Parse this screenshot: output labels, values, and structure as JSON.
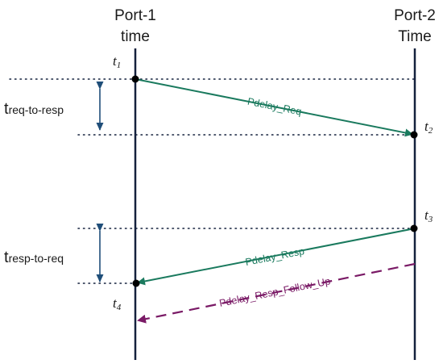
{
  "ports": {
    "left_line1": "Port-1",
    "left_line2": "time",
    "right_line1": "Port-2",
    "right_line2": "Time"
  },
  "timestamps": {
    "t1": {
      "base": "t",
      "sub": "1"
    },
    "t2": {
      "base": "t",
      "sub": "2"
    },
    "t3": {
      "base": "t",
      "sub": "3"
    },
    "t4": {
      "base": "t",
      "sub": "4"
    }
  },
  "intervals": {
    "req_to_resp": {
      "base": "t",
      "sub": "req-to-resp"
    },
    "resp_to_req": {
      "base": "t",
      "sub": "resp-to-req"
    }
  },
  "messages": {
    "pdelay_req": "Pdelay_Req",
    "pdelay_resp": "Pdelay_Resp",
    "pdelay_resp_follow_up": "Pdelay_Resp_Follow_Up"
  },
  "colors": {
    "timeline": "#14213d",
    "message_solid": "#1a7a5e",
    "message_follow_up": "#7a1a66",
    "interval_arrow": "#1f4e79",
    "event_dot": "#000000"
  }
}
